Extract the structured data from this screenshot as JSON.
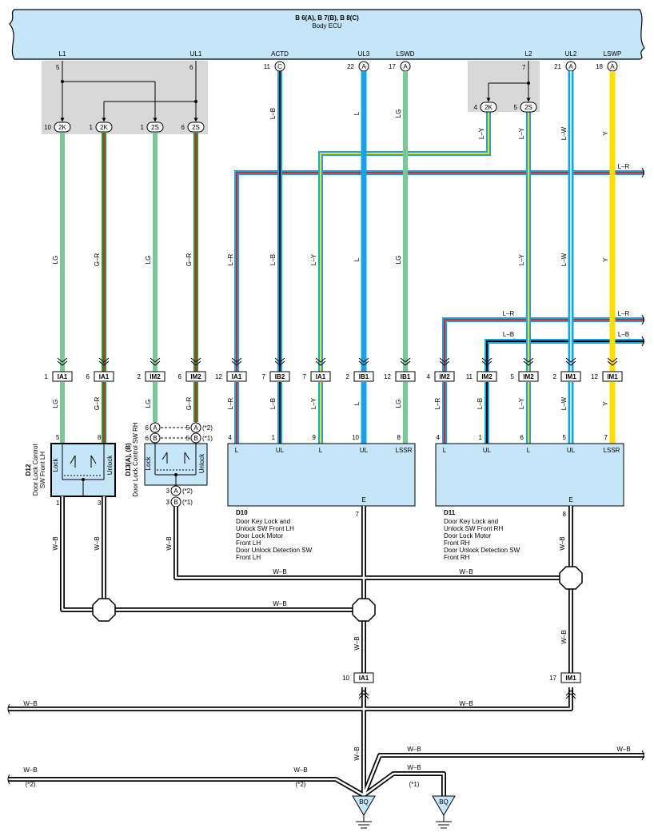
{
  "ecu": {
    "title": "B 6(A), B 7(B), B 8(C)",
    "name": "Body ECU",
    "terminals": [
      "L1",
      "UL1",
      "ACTD",
      "UL3",
      "LSWD",
      "L2",
      "UL2",
      "LSWP"
    ]
  },
  "pins": {
    "l1": "5",
    "ul1": "6",
    "actd": "11",
    "ul3": "22",
    "lswd": "17",
    "l2": "7",
    "ul2": "21",
    "lswp": "18",
    "j10": "10",
    "j1": "1",
    "j1b": "1",
    "j6": "6",
    "j4": "4",
    "j5": "5",
    "c_a": "1",
    "c_b": "6",
    "c_c": "2",
    "c_d": "6",
    "c_e": "12",
    "c_f": "7",
    "c_g": "7",
    "c_h": "2",
    "c_i": "12",
    "c_j": "4",
    "c_k": "11",
    "c_l": "5",
    "c_m": "2",
    "c_n": "12",
    "d12_5": "5",
    "d12_8": "8",
    "d12_1": "1",
    "d12_3": "3",
    "d13_6": "6",
    "d13_5": "5",
    "d13_3": "3",
    "d10_4": "4",
    "d10_1": "1",
    "d10_9": "9",
    "d10_10": "10",
    "d10_8": "8",
    "d10_7": "7",
    "d11_4": "4",
    "d11_1": "1",
    "d11_6": "6",
    "d11_5": "5",
    "d11_7": "7",
    "d11_8": "8",
    "ia1_10": "10",
    "im1_17": "17"
  },
  "ecu_circles": [
    "C",
    "A",
    "A",
    "A",
    "A"
  ],
  "junctions": {
    "2K": "2K",
    "2S": "2S"
  },
  "connectors": {
    "IA1": "IA1",
    "IM2": "IM2",
    "IB2": "IB2",
    "IB1": "IB1",
    "IM1": "IM1"
  },
  "wires": {
    "LG": "LG",
    "GR": "G–R",
    "LB": "L–B",
    "L": "L",
    "LR": "L–R",
    "LY": "L–Y",
    "LW": "L–W",
    "Y": "Y",
    "WB": "W–B"
  },
  "d12": {
    "id": "D12",
    "name_1": "Door Lock Control",
    "name_2": "SW Front LH",
    "lock": "Lock",
    "unlock": "Unlock"
  },
  "d13": {
    "id": "D13(A), (B)",
    "name": "Door Lock Control SW RH",
    "lock": "Lock",
    "unlock": "Unlock",
    "a": "A",
    "b": "B",
    "n2": "(*2)",
    "n1": "(*1)"
  },
  "d10": {
    "id": "D10",
    "desc": [
      "Door Key Lock and",
      "Unlock SW Front LH",
      "Door Lock Motor",
      "Front LH",
      "Door Unlock Detection SW",
      "Front LH"
    ],
    "terms": [
      "L",
      "UL",
      "L",
      "UL",
      "LSSR"
    ],
    "e": "E"
  },
  "d11": {
    "id": "D11",
    "desc": [
      "Door Key Lock and",
      "Unlock SW Front RH",
      "Door Lock Motor",
      "Front RH",
      "Door Unlock Detection SW",
      "Front RH"
    ],
    "terms": [
      "L",
      "UL",
      "L",
      "UL",
      "LSSR"
    ],
    "e": "E"
  },
  "ground": {
    "label": "BQ"
  },
  "notes": {
    "n1": "(*1)",
    "n2": "(*2)"
  },
  "colors": {
    "ecu_fill": "#c5e6f8",
    "grey_box": "#d8d8d8",
    "lg": "#7cc79a",
    "red": "#e2231a",
    "green": "#1e9e3a",
    "blue": "#1aa3e3",
    "yellow": "#ffdd00",
    "black": "#000000"
  }
}
